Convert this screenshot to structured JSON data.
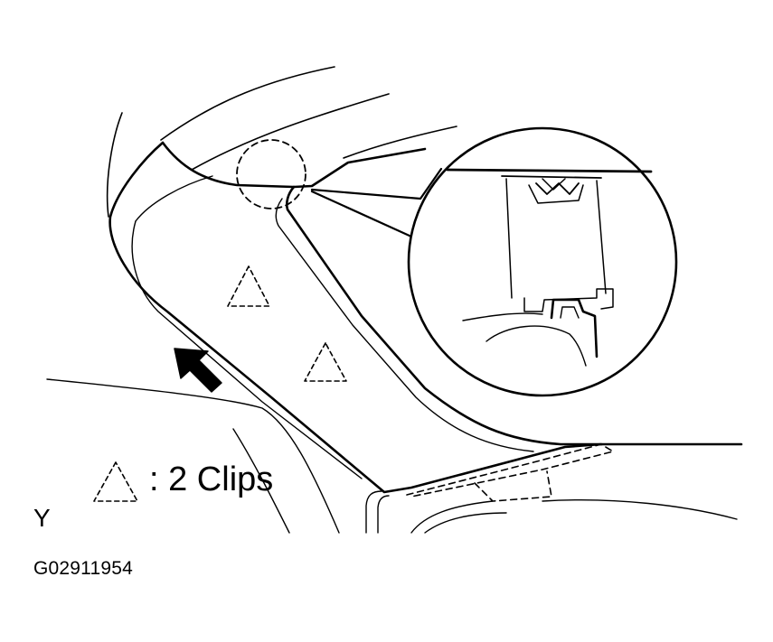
{
  "legend": {
    "symbol": "triangle-dashed-icon",
    "text": ": 2 Clips"
  },
  "view_letter": "Y",
  "figure_code": "G02911954",
  "colors": {
    "line": "#000000",
    "background": "#ffffff"
  }
}
